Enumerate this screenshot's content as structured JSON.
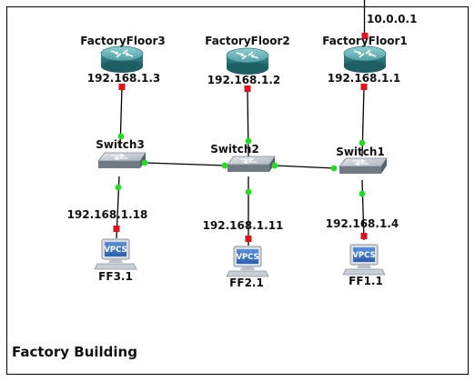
{
  "building_label": "Factory Building",
  "uplink_ip": "10.0.0.1",
  "colors": {
    "link": "#000000",
    "port_up": "#22dd22",
    "port_red": "#e0101c",
    "router": "#3a8a8e",
    "switch": "#9aa3ad"
  },
  "icons": {
    "router": "router-icon",
    "switch": "switch-icon",
    "pc": "vpcs-pc-icon"
  },
  "routers": [
    {
      "name": "FactoryFloor3",
      "ip": "192.168.1.3"
    },
    {
      "name": "FactoryFloor2",
      "ip": "192.168.1.2"
    },
    {
      "name": "FactoryFloor1",
      "ip": "192.168.1.1"
    }
  ],
  "switches": [
    {
      "name": "Switch3"
    },
    {
      "name": "Switch2"
    },
    {
      "name": "Switch1"
    }
  ],
  "pcs": [
    {
      "name": "FF3.1",
      "ip": "192.168.1.18",
      "badge": "VPCS"
    },
    {
      "name": "FF2.1",
      "ip": "192.168.1.11",
      "badge": "VPCS"
    },
    {
      "name": "FF1.1",
      "ip": "192.168.1.4",
      "badge": "VPCS"
    }
  ]
}
